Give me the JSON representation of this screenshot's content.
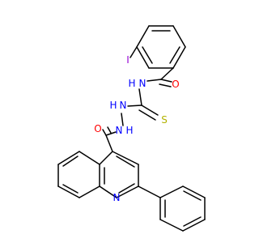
{
  "molecule": {
    "atom_labels": {
      "iodine": "I",
      "amide_oxygen_top": "O",
      "amide_nitrogen_top": "N",
      "amide_nitrogen_top_h": "H",
      "thione_sulfur": "S",
      "hydrazine_nitrogen_1_h": "H",
      "hydrazine_nitrogen_1": "N",
      "hydrazine_nitrogen_2": "N",
      "hydrazine_nitrogen_2_h": "H",
      "amide_oxygen_bottom": "O",
      "quinoline_nitrogen": "N"
    },
    "colors": {
      "bond": "#000000",
      "oxygen": "#ff0000",
      "nitrogen": "#0000ff",
      "sulfur": "#b2b200",
      "iodine": "#9400d3"
    }
  }
}
